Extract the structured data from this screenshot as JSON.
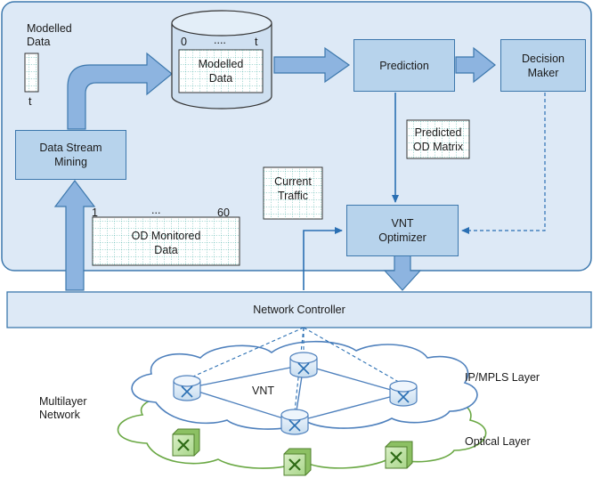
{
  "top_panel": {
    "modelled_data_label": [
      "Modelled",
      "Data"
    ],
    "modelled_axis_end": "t",
    "db_axis_start": "0",
    "db_axis_dots": "....",
    "db_axis_end": "t",
    "db_label": [
      "Modelled",
      "Data"
    ],
    "prediction": "Prediction",
    "decision_maker": [
      "Decision",
      "Maker"
    ],
    "data_stream_mining": [
      "Data Stream",
      "Mining"
    ],
    "predicted_od_matrix": [
      "Predicted",
      "OD Matrix"
    ],
    "current_traffic": [
      "Current",
      "Traffic"
    ],
    "vnt_optimizer": [
      "VNT",
      "Optimizer"
    ],
    "od_axis_start": "1",
    "od_axis_dots": "...",
    "od_axis_end": "60",
    "od_monitored_data": [
      "OD Monitored",
      "Data"
    ]
  },
  "network_controller": "Network Controller",
  "network": {
    "multilayer_network": [
      "Multilayer",
      "Network"
    ],
    "vnt": "VNT",
    "ip_mpls_layer": "IP/MPLS Layer",
    "optical_layer": "Optical Layer"
  },
  "colors": {
    "panel_bg": "#dde9f6",
    "panel_border": "#3d78ad",
    "box_fill": "#b7d3ec",
    "arrow_fill": "#8db4e0",
    "grid_dot": "#2aa198",
    "optical_green": "#6aa844",
    "cloud_ip_border": "#4f81bd",
    "cloud_optical_border": "#6aa844"
  }
}
